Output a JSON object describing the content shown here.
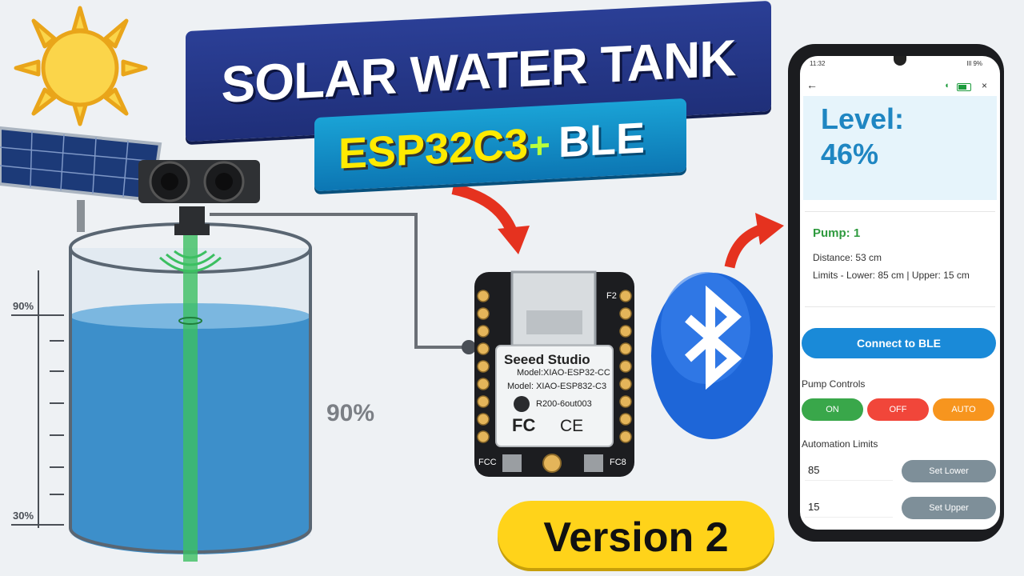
{
  "colors": {
    "banner_dark": "#2b3f96",
    "banner_light": "#1aa3d6",
    "accent_yellow": "#ffd31a",
    "water": "#3d8fca",
    "sensor_beam": "#3cbf61",
    "board": "#1c1d20",
    "bluetooth": "#1e66d8",
    "arrow_red": "#e5321f",
    "btn_on": "#39a74a",
    "btn_off": "#f1463a",
    "btn_auto": "#f7951e",
    "btn_connect": "#1a8ad8",
    "btn_set": "#7e8f99"
  },
  "titles": {
    "main": "SOLAR WATER TANK",
    "sub_chip": "ESP32C3",
    "sub_plus": "+",
    "sub_ble": "BLE",
    "version": "Version 2"
  },
  "tank": {
    "fill_percent": 90,
    "level_label": "90%",
    "marks": [
      "90%",
      "30%"
    ]
  },
  "board": {
    "brand": "Seeed Studio",
    "model_line1": "Model:XIAO-ESP32-CC",
    "model_line2": "Model: XIAO-ESP832-C3",
    "id": "R200-6out003",
    "fc": "FC",
    "ce": "CE",
    "pin_label_left": "FCC",
    "pin_label_right": "FC8",
    "pin_label_top": "F2"
  },
  "phone": {
    "status_time": "11:32",
    "status_right": "Ill 9%",
    "back": "←",
    "close": "×",
    "level_label": "Level:",
    "level_value": "46%",
    "pump": "Pump: 1",
    "distance": "Distance: 53 cm",
    "limits": "Limits - Lower: 85 cm | Upper: 15 cm",
    "connect_label": "Connect to BLE",
    "pump_controls_label": "Pump Controls",
    "btn_on": "ON",
    "btn_off": "OFF",
    "btn_auto": "AUTO",
    "automation_label": "Automation Limits",
    "lower_value": "85",
    "upper_value": "15",
    "set_lower": "Set Lower",
    "set_upper": "Set Upper"
  },
  "icons": [
    "sun-icon",
    "solar-panel-icon",
    "ultrasonic-sensor-icon",
    "bluetooth-icon",
    "arrow-icon",
    "battery-icon"
  ]
}
